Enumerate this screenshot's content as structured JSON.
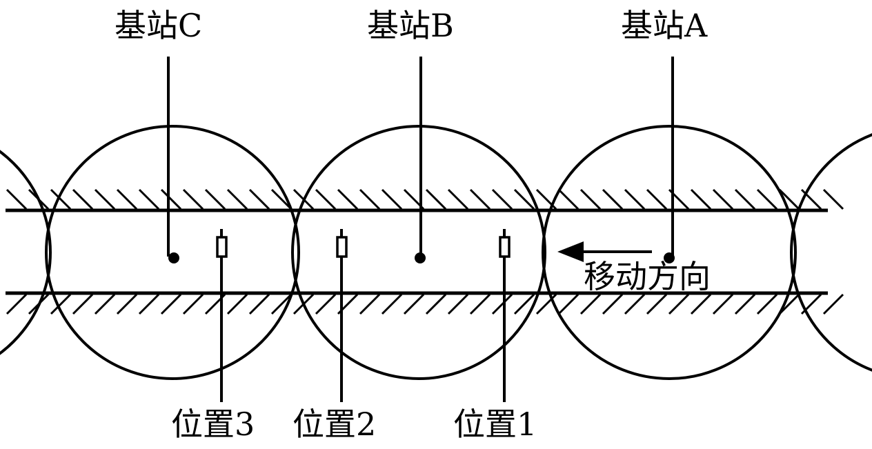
{
  "stations": [
    {
      "label": "基站C"
    },
    {
      "label": "基站B"
    },
    {
      "label": "基站A"
    }
  ],
  "positions": [
    {
      "label": "位置3"
    },
    {
      "label": "位置2"
    },
    {
      "label": "位置1"
    }
  ],
  "direction_label": "移动方向",
  "colors": {
    "stroke": "#000000",
    "background": "#ffffff"
  }
}
